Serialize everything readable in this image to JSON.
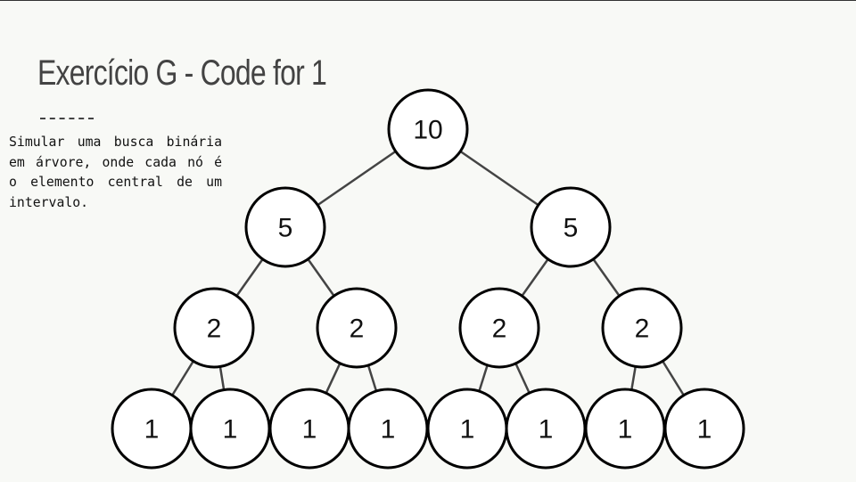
{
  "slide": {
    "title": "Exercício G - Code for 1",
    "description": "Simular uma busca binária em árvore, onde cada nó é o elemento central de um intervalo."
  },
  "colors": {
    "background": "#f8f9f6",
    "title_text": "#434343",
    "edge": "#444444",
    "node_fill": "#ffffff",
    "node_stroke": "#000000"
  },
  "tree": {
    "root": {
      "value": "10",
      "children": [
        {
          "value": "5",
          "children": [
            {
              "value": "2",
              "children": [
                {
                  "value": "1",
                  "children": []
                },
                {
                  "value": "1",
                  "children": []
                }
              ]
            },
            {
              "value": "2",
              "children": [
                {
                  "value": "1",
                  "children": []
                },
                {
                  "value": "1",
                  "children": []
                }
              ]
            }
          ]
        },
        {
          "value": "5",
          "children": [
            {
              "value": "2",
              "children": [
                {
                  "value": "1",
                  "children": []
                },
                {
                  "value": "1",
                  "children": []
                }
              ]
            },
            {
              "value": "2",
              "children": [
                {
                  "value": "1",
                  "children": []
                },
                {
                  "value": "1",
                  "children": []
                }
              ]
            }
          ]
        }
      ]
    }
  }
}
